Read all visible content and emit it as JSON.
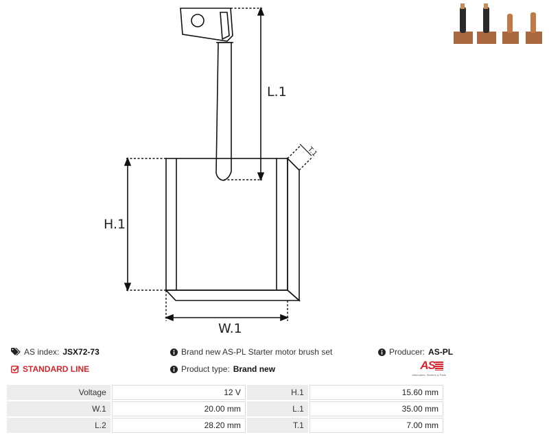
{
  "diagram": {
    "label_l1": "L.1",
    "label_h1": "H.1",
    "label_w1": "W.1",
    "label_t1": "T.1"
  },
  "info": {
    "as_index_label": "AS index:",
    "as_index_value": "JSX72-73",
    "line_label": "STANDARD LINE",
    "description": "Brand new AS-PL Starter motor brush set",
    "product_type_label": "Product type:",
    "product_type_value": "Brand new",
    "producer_label": "Producer:",
    "producer_value": "AS-PL"
  },
  "logo": {
    "mark": "AS",
    "tagline": "Alternators, Starters & Parts"
  },
  "specs": [
    {
      "k1": "Voltage",
      "v1": "12 V",
      "k2": "H.1",
      "v2": "15.60 mm"
    },
    {
      "k1": "W.1",
      "v1": "20.00 mm",
      "k2": "L.1",
      "v2": "35.00 mm"
    },
    {
      "k1": "L.2",
      "v1": "28.20 mm",
      "k2": "T.1",
      "v2": "7.00 mm"
    }
  ],
  "colors": {
    "accent_red": "#d9232a",
    "label_bg": "#ececec"
  },
  "icons": [
    "tags-icon",
    "check-square-icon",
    "info-circle-icon"
  ]
}
